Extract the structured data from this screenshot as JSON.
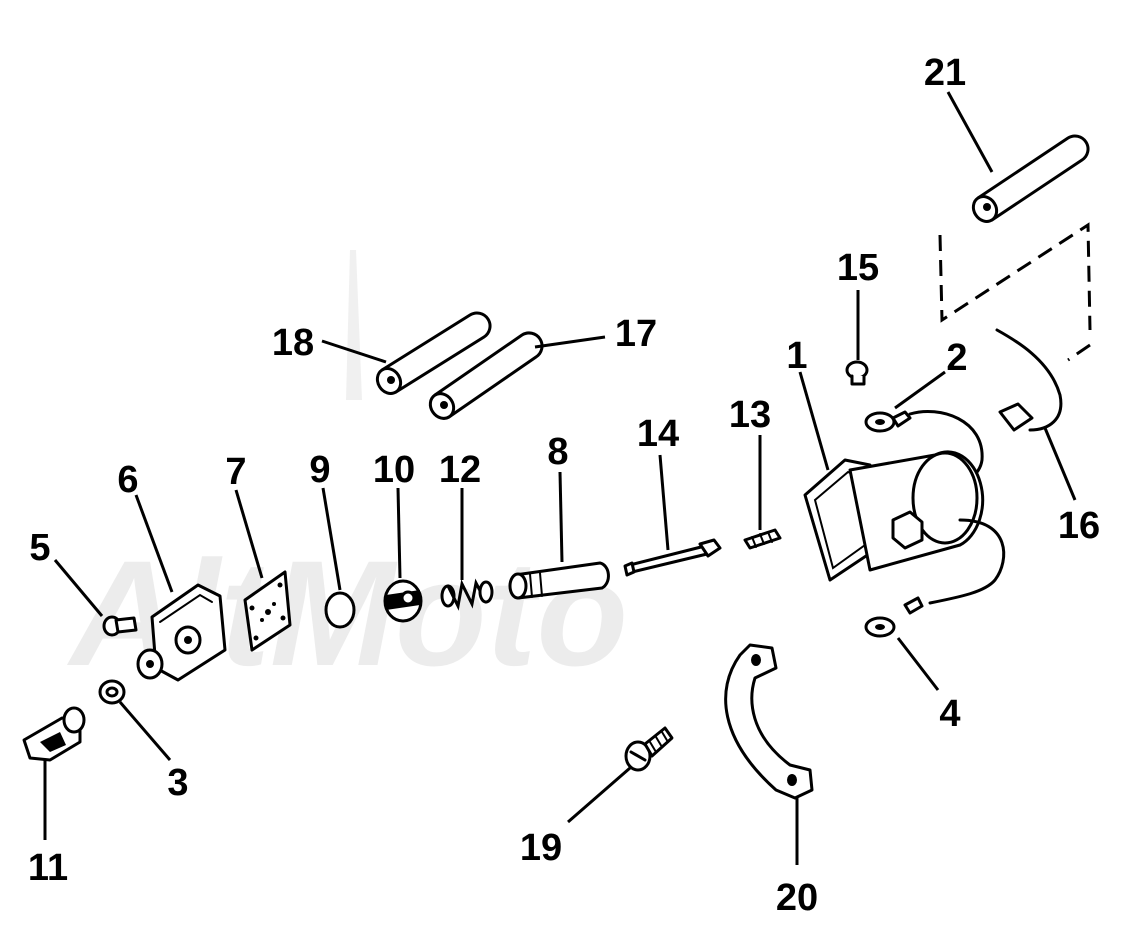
{
  "watermark": "AltMoto",
  "callouts": [
    {
      "id": "1",
      "label": "1"
    },
    {
      "id": "2",
      "label": "2"
    },
    {
      "id": "3",
      "label": "3"
    },
    {
      "id": "4",
      "label": "4"
    },
    {
      "id": "5",
      "label": "5"
    },
    {
      "id": "6",
      "label": "6"
    },
    {
      "id": "7",
      "label": "7"
    },
    {
      "id": "8",
      "label": "8"
    },
    {
      "id": "9",
      "label": "9"
    },
    {
      "id": "10",
      "label": "10"
    },
    {
      "id": "11",
      "label": "11"
    },
    {
      "id": "12",
      "label": "12"
    },
    {
      "id": "13",
      "label": "13"
    },
    {
      "id": "14",
      "label": "14"
    },
    {
      "id": "15",
      "label": "15"
    },
    {
      "id": "16",
      "label": "16"
    },
    {
      "id": "17",
      "label": "17"
    },
    {
      "id": "18",
      "label": "18"
    },
    {
      "id": "19",
      "label": "19"
    },
    {
      "id": "20",
      "label": "20"
    },
    {
      "id": "21",
      "label": "21"
    }
  ]
}
